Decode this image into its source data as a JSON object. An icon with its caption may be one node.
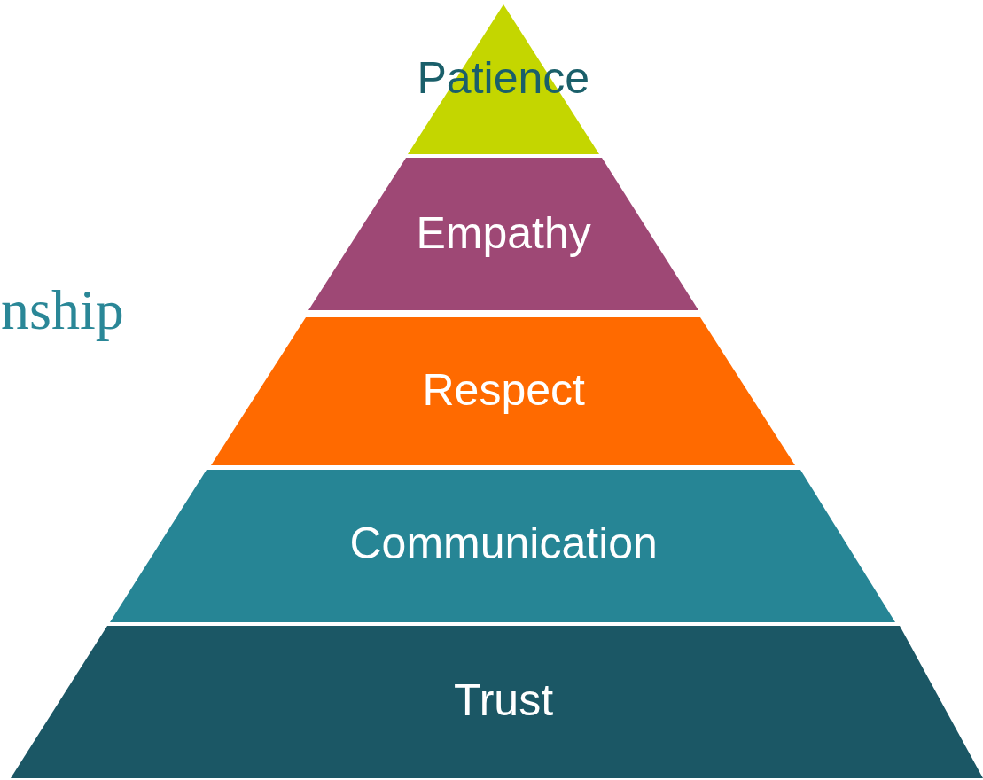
{
  "diagram": {
    "nodes": [
      {
        "text": [
          "Patience"
        ]
      },
      {
        "text": [
          "Empathy"
        ]
      },
      {
        "text": [
          "Respect"
        ]
      },
      {
        "text": [
          "Communication"
        ]
      },
      {
        "text": [
          "Trust"
        ]
      }
    ],
    "labels": [
      "nship"
    ]
  }
}
